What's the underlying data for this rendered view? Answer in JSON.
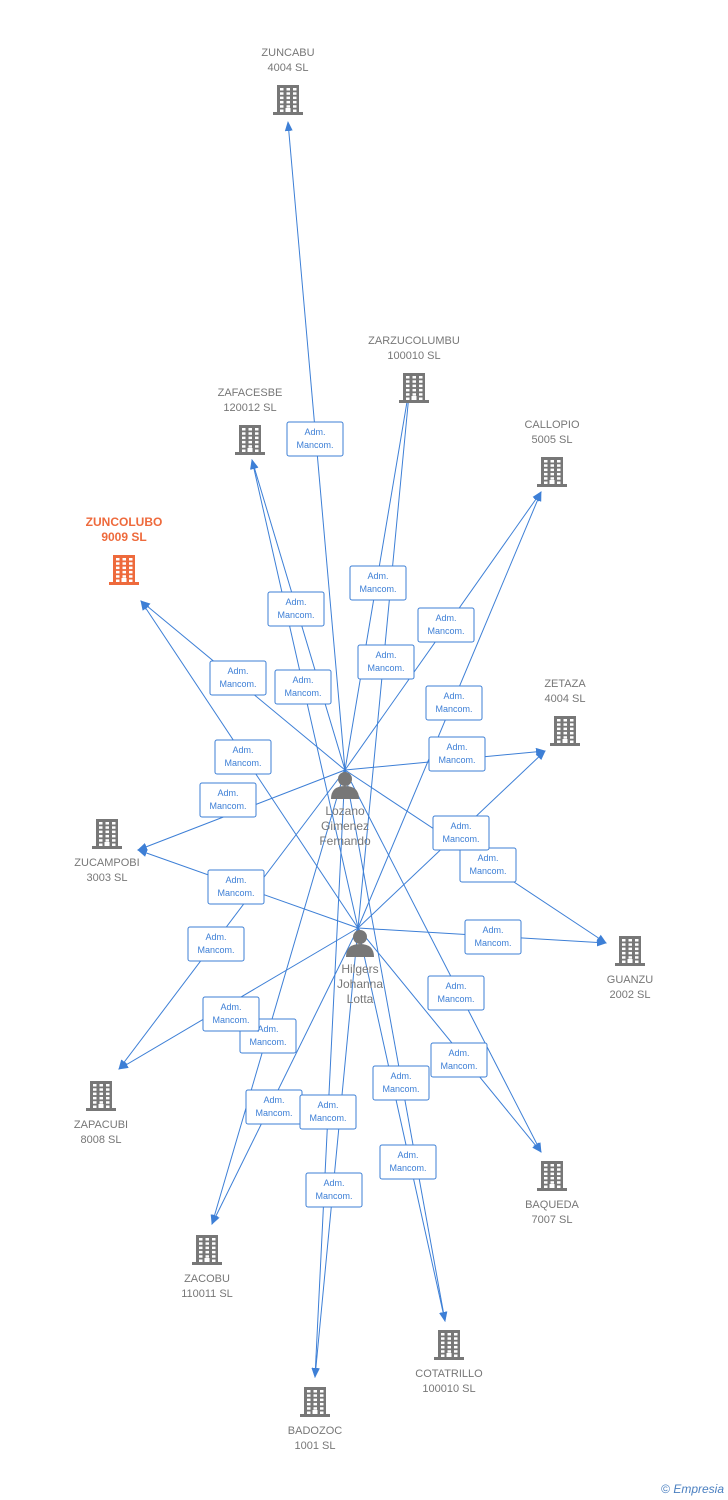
{
  "colors": {
    "edge": "#3d7fd6",
    "building": "#777777",
    "focus": "#ee6a3c",
    "person": "#777777"
  },
  "persons": [
    {
      "id": "lozano",
      "lines": [
        "Lozano",
        "Gimenez",
        "Fernando"
      ]
    },
    {
      "id": "hilgers",
      "lines": [
        "Hilgers",
        "Johanna",
        "Lotta"
      ]
    }
  ],
  "companies": [
    {
      "id": "zuncabu",
      "name": "ZUNCABU",
      "sub": "4004 SL"
    },
    {
      "id": "zarzucolumbu",
      "name": "ZARZUCOLUMBU",
      "sub": "100010 SL"
    },
    {
      "id": "zafacesbe",
      "name": "ZAFACESBE",
      "sub": "120012 SL"
    },
    {
      "id": "callopio",
      "name": "CALLOPIO",
      "sub": "5005 SL"
    },
    {
      "id": "zuncolubo",
      "name": "ZUNCOLUBO",
      "sub": "9009 SL",
      "focus": true
    },
    {
      "id": "zetaza",
      "name": "ZETAZA",
      "sub": "4004 SL"
    },
    {
      "id": "zucampobi",
      "name": "ZUCAMPOBI",
      "sub": "3003 SL"
    },
    {
      "id": "guanzu",
      "name": "GUANZU",
      "sub": "2002 SL"
    },
    {
      "id": "zapacubi",
      "name": "ZAPACUBI",
      "sub": "8008 SL"
    },
    {
      "id": "baqueda",
      "name": "BAQUEDA",
      "sub": "7007 SL"
    },
    {
      "id": "zacobu",
      "name": "ZACOBU",
      "sub": "110011 SL"
    },
    {
      "id": "cotatrillo",
      "name": "COTATRILLO",
      "sub": "100010 SL"
    },
    {
      "id": "badozoc",
      "name": "BADOZOC",
      "sub": "1001 SL"
    }
  ],
  "edge_label": [
    "Adm.",
    "Mancom."
  ],
  "edges": [
    {
      "from": "lozano",
      "to": "zuncabu"
    },
    {
      "from": "lozano",
      "to": "zarzucolumbu"
    },
    {
      "from": "lozano",
      "to": "zafacesbe"
    },
    {
      "from": "lozano",
      "to": "callopio"
    },
    {
      "from": "lozano",
      "to": "zuncolubo"
    },
    {
      "from": "lozano",
      "to": "zetaza"
    },
    {
      "from": "lozano",
      "to": "zucampobi"
    },
    {
      "from": "lozano",
      "to": "guanzu"
    },
    {
      "from": "lozano",
      "to": "zapacubi"
    },
    {
      "from": "lozano",
      "to": "baqueda"
    },
    {
      "from": "lozano",
      "to": "zacobu"
    },
    {
      "from": "lozano",
      "to": "cotatrillo"
    },
    {
      "from": "lozano",
      "to": "badozoc"
    },
    {
      "from": "hilgers",
      "to": "zarzucolumbu"
    },
    {
      "from": "hilgers",
      "to": "zafacesbe"
    },
    {
      "from": "hilgers",
      "to": "callopio"
    },
    {
      "from": "hilgers",
      "to": "zuncolubo"
    },
    {
      "from": "hilgers",
      "to": "zetaza"
    },
    {
      "from": "hilgers",
      "to": "zucampobi"
    },
    {
      "from": "hilgers",
      "to": "guanzu"
    },
    {
      "from": "hilgers",
      "to": "zapacubi"
    },
    {
      "from": "hilgers",
      "to": "baqueda"
    },
    {
      "from": "hilgers",
      "to": "zacobu"
    },
    {
      "from": "hilgers",
      "to": "cotatrillo"
    },
    {
      "from": "hilgers",
      "to": "badozoc"
    }
  ],
  "footer": {
    "symbol": "©",
    "brand": "Empresia"
  }
}
